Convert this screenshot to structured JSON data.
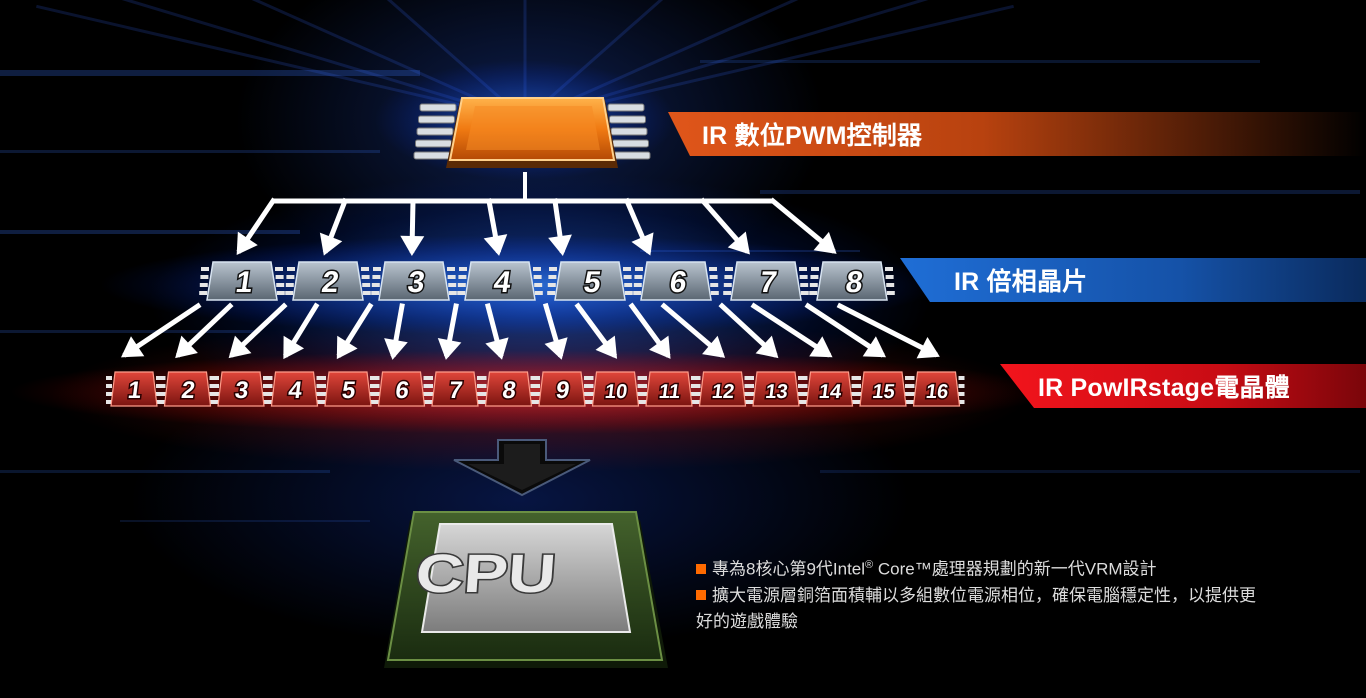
{
  "labels": {
    "pwm": "IR 數位PWM控制器",
    "phase": "IR 倍相晶片",
    "powirstage": "IR PowIRstage電晶體"
  },
  "cpu_label": "CPU",
  "phase_numbers": [
    "1",
    "2",
    "3",
    "4",
    "5",
    "6",
    "7",
    "8"
  ],
  "stage_numbers": [
    "1",
    "2",
    "3",
    "4",
    "5",
    "6",
    "7",
    "8",
    "9",
    "10",
    "11",
    "12",
    "13",
    "14",
    "15",
    "16"
  ],
  "info": {
    "line1_prefix": "專為8核心第9代Intel",
    "line1_registered": "®",
    "line1_suffix": " Core™處理器規劃的新一代VRM設計",
    "line2": "擴大電源層銅箔面積輔以多組數位電源相位，確保電腦穩定性，以提供更好的遊戲體驗"
  },
  "colors": {
    "pwm_ribbon": "#d84e12",
    "phase_ribbon": "#1b62c0",
    "powirstage_ribbon": "#e8101a",
    "bullet": "#ff6a00",
    "pwm_chip": "#ff8c1a",
    "phase_chip": "#8d98a3",
    "stage_chip": "#b8221a",
    "cpu_chip": "#2f4a1e"
  }
}
